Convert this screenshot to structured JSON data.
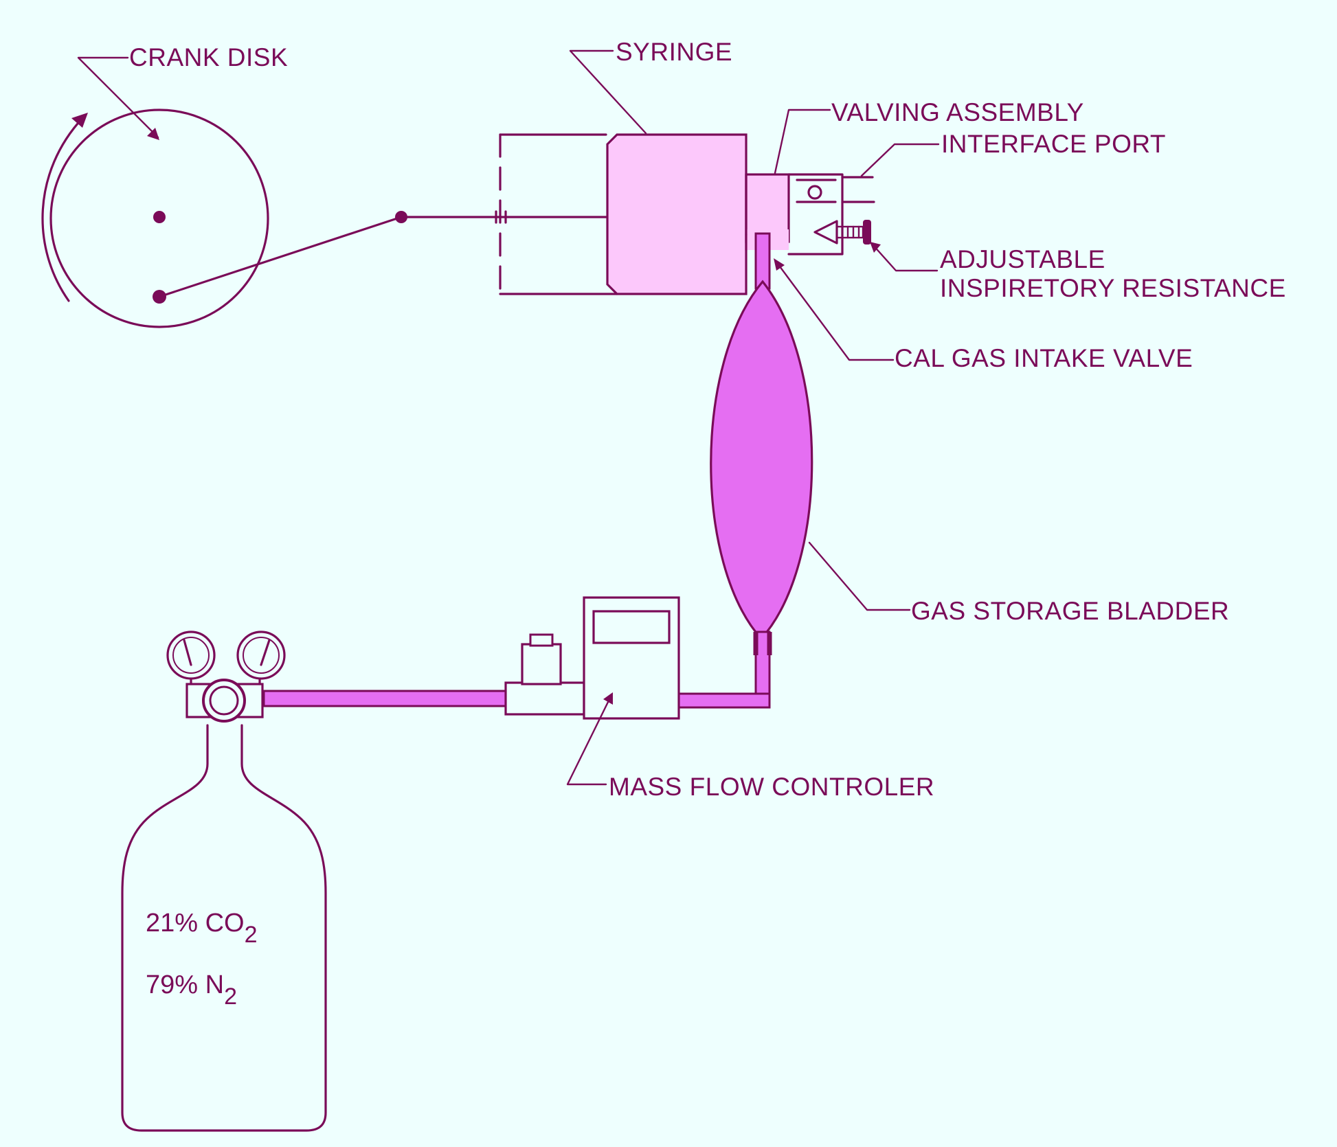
{
  "labels": {
    "crank_disk": "CRANK DISK",
    "syringe": "SYRINGE",
    "valving_assembly": "VALVING ASSEMBLY",
    "interface_port": "INTERFACE PORT",
    "adjustable_line1": "ADJUSTABLE",
    "adjustable_line2": "INSPIRETORY RESISTANCE",
    "cal_gas_intake_valve": "CAL GAS INTAKE VALVE",
    "gas_storage_bladder": "GAS STORAGE BLADDER",
    "mass_flow_controler": "MASS FLOW CONTROLER"
  },
  "cylinder": {
    "co2_value": "21% CO",
    "co2_sub": "2",
    "n2_value": "79% N",
    "n2_sub": "2"
  },
  "colors": {
    "background": "#eefffe",
    "ink": "#7a0b58",
    "syringe_fill": "#fcc8fb",
    "bladder_fill": "#e56ef2",
    "tube_fill": "#e56ef2"
  }
}
